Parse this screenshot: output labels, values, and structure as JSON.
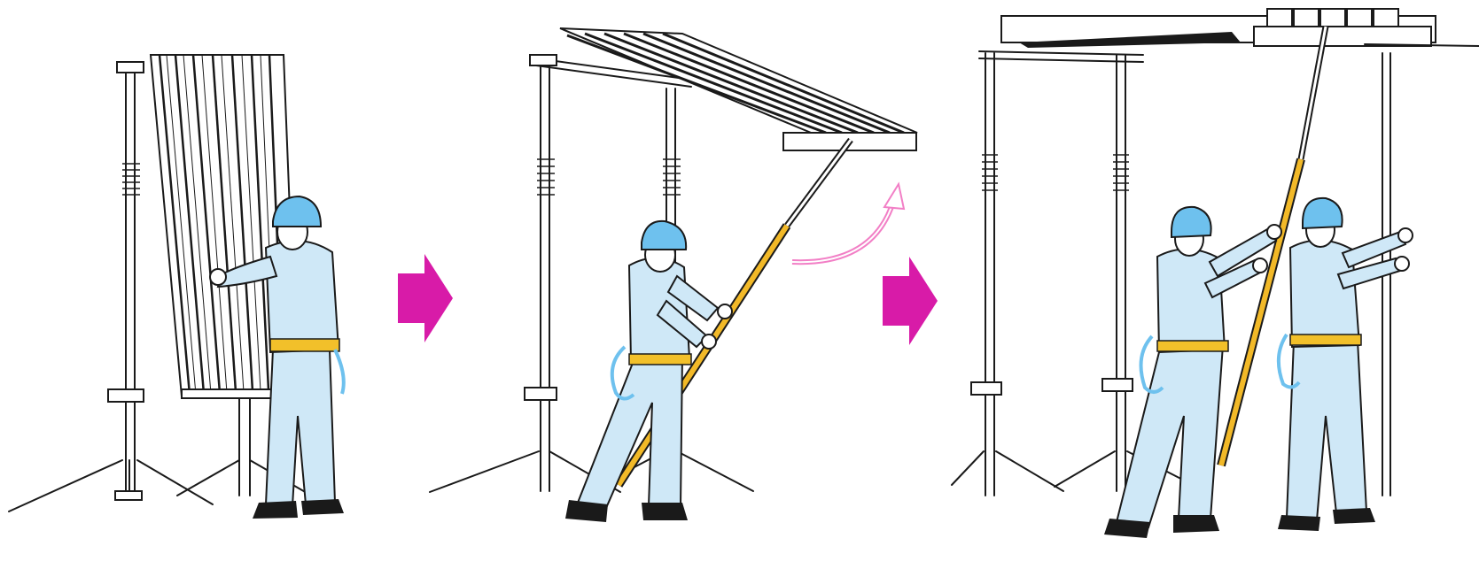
{
  "steps": [
    {
      "id": 1,
      "figure": "worker-holding-upright-panel"
    },
    {
      "id": 2,
      "figure": "worker-lifting-panel-with-pole"
    },
    {
      "id": 3,
      "figure": "two-workers-placing-panel-on-frame"
    }
  ],
  "colors": {
    "step_arrow": "#d81ba8",
    "lift_arrow": "#f27fc6",
    "helmet": "#6ec1ee",
    "uniform": "#cfe8f7",
    "pole": "#f2b928",
    "belt": "#f2c02a",
    "lanyard": "#6ec1ee",
    "boots": "#1a1a1a",
    "line": "#1a1a1a"
  },
  "icons": [
    "step-arrow-icon",
    "lift-direction-arrow-icon"
  ]
}
